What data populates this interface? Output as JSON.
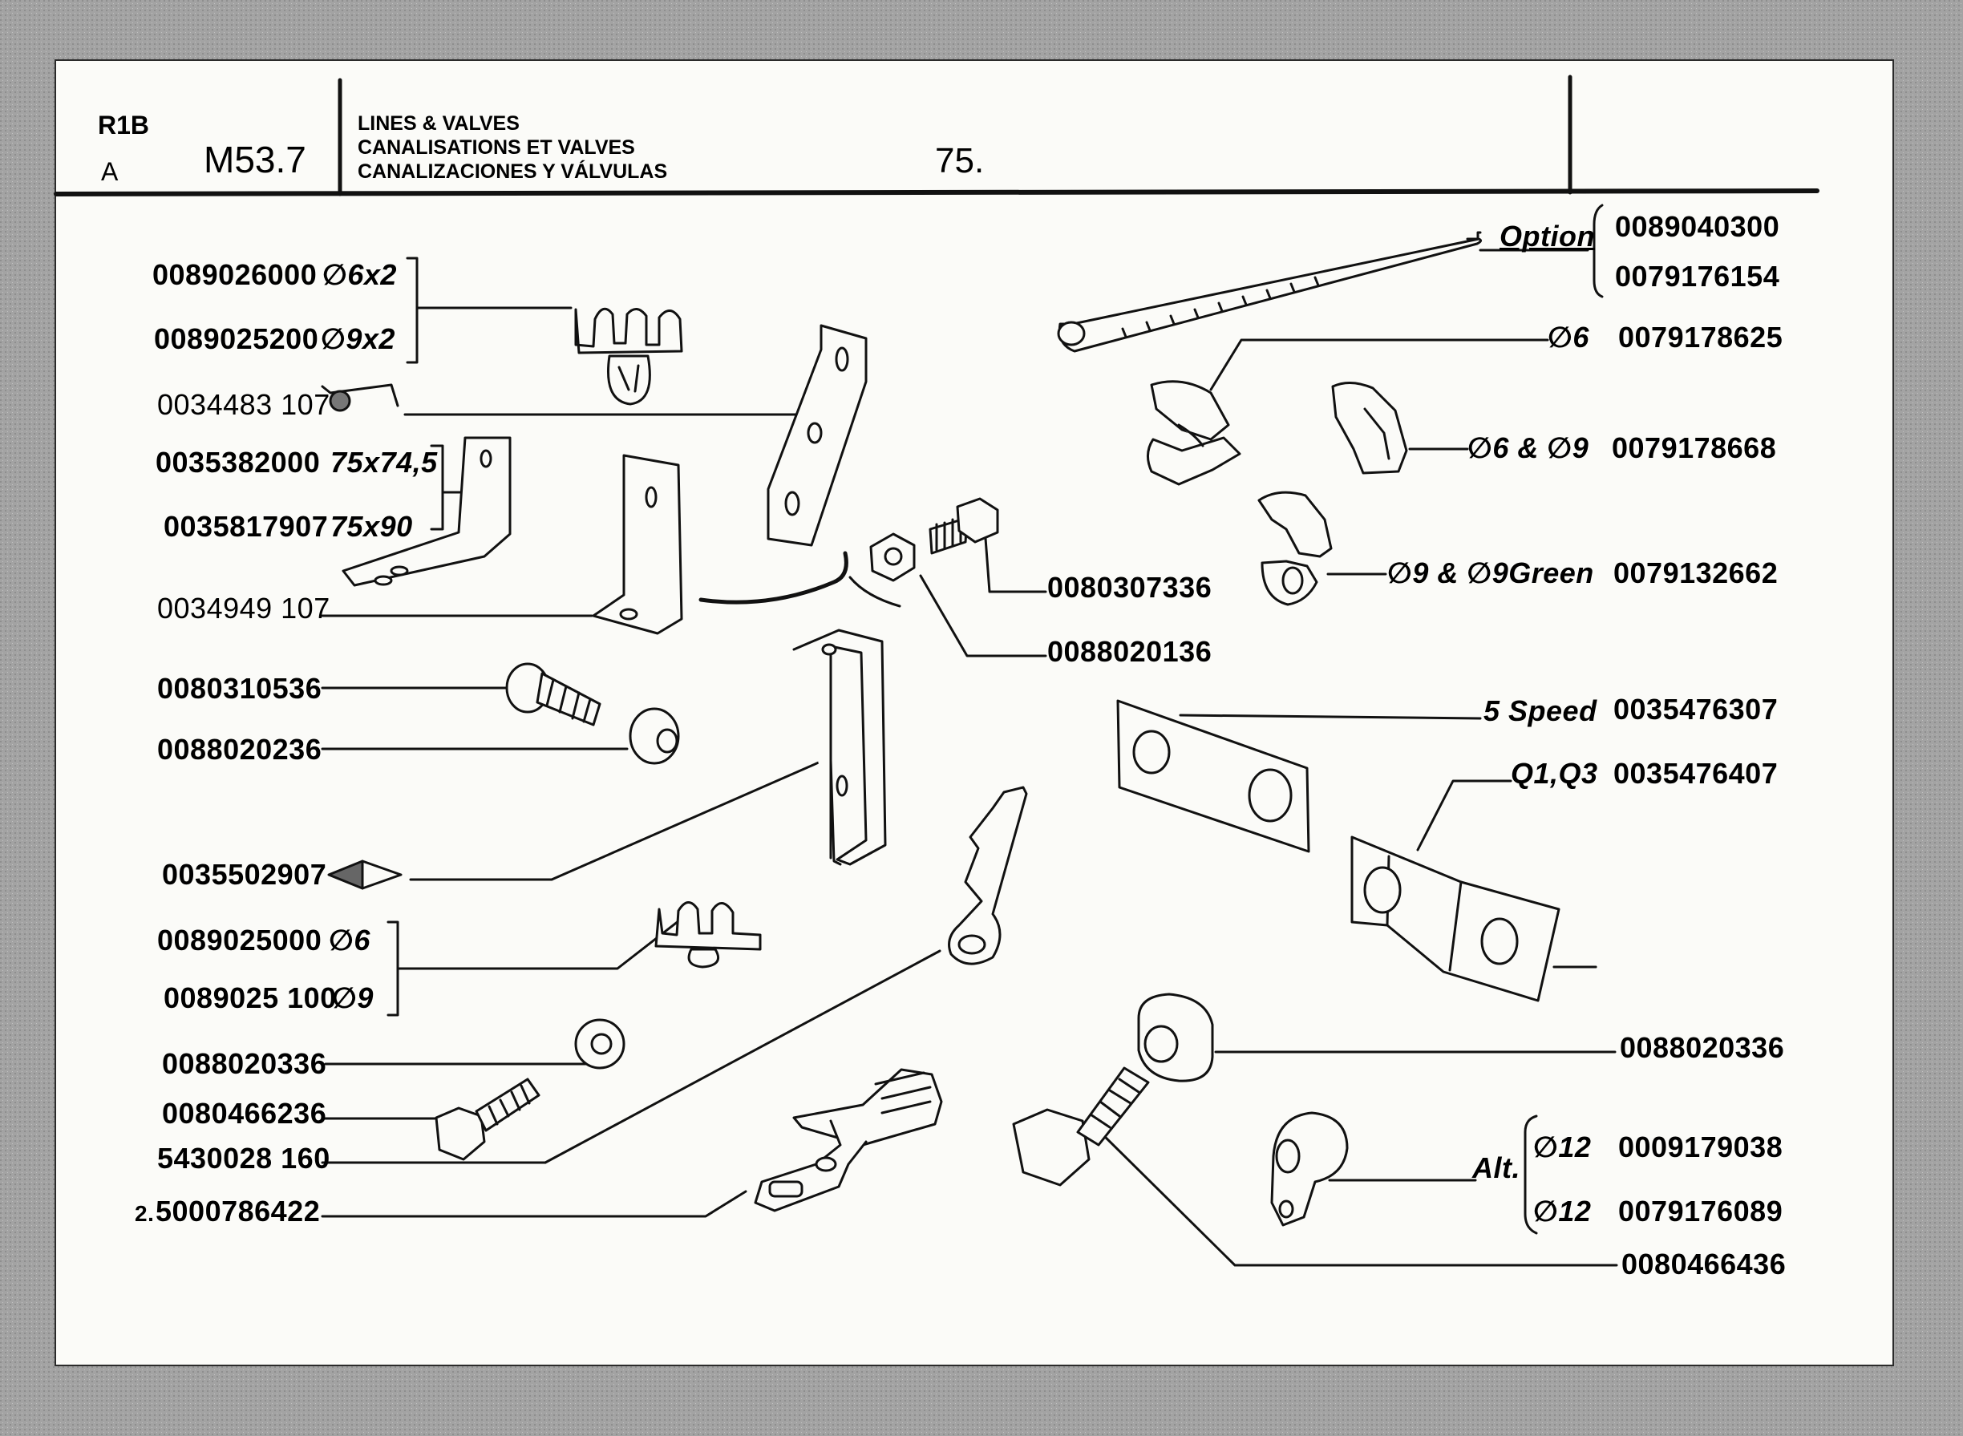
{
  "header": {
    "model": "R1B",
    "variant": "A",
    "section": "M53.7",
    "title_en": "LINES & VALVES",
    "title_fr": "CANALISATIONS ET VALVES",
    "title_es": "CANALIZACIONES Y VÁLVULAS",
    "page": "75."
  },
  "labels": {
    "p1": "0089026000",
    "p1_size": "∅6x2",
    "p2": "0089025200",
    "p2_size": "∅9x2",
    "p3": "0034483 107",
    "p4": "0035382000",
    "p4_size": "75x74,5",
    "p5": "0035817907",
    "p5_size": "75x90",
    "p6": "0034949 107",
    "p7": "0080310536",
    "p8": "0088020236",
    "p9": "0035502907",
    "p10": "0089025000",
    "p10_size": "∅6",
    "p11": "0089025 100",
    "p11_size": "∅9",
    "p12": "0088020336",
    "p13": "0080466236",
    "p14": "5430028 160",
    "p15_qty": "2.",
    "p15": "5000786422",
    "center_bolt": "0080307336",
    "center_nut": "0088020136",
    "option_label": "Option",
    "option_a": "0089040300",
    "option_b": "0079176154",
    "clip_a_size": "∅6",
    "clip_a": "0079178625",
    "clip_b_size": "∅6 & ∅9",
    "clip_b": "0079178668",
    "clip_c_size": "∅9 & ∅9Green",
    "clip_c": "0079132662",
    "plate_a_note": "5 Speed",
    "plate_a": "0035476307",
    "plate_b_note": "Q1,Q3",
    "plate_b": "0035476407",
    "nut_right": "0088020336",
    "alt_label": "Alt.",
    "alt_a_size": "∅12",
    "alt_a": "0009179038",
    "alt_b_size": "∅12",
    "alt_b": "0079176089",
    "bolt_right": "0080466436"
  }
}
